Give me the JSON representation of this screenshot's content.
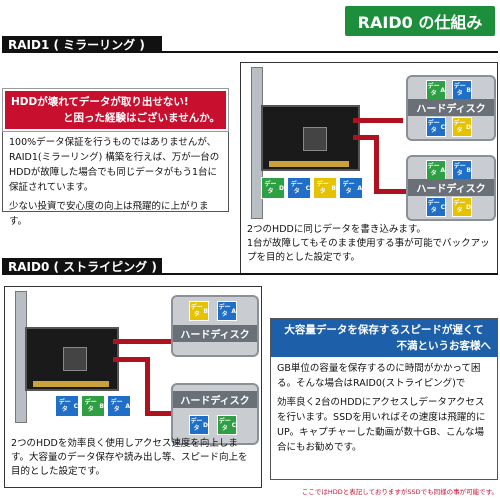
{
  "title": "RAID0 の仕組み",
  "raid1": {
    "section_label": "RAID1 ( ミラーリング )",
    "callout_head_line1": "HDDが壊れてデータが取り出せない!",
    "callout_head_line2": "と困った経験はございませんか。",
    "callout_body": "100%データ保証を行うものではありませんが、RAID1(ミラーリング) 構築を行えば、万が一台のHDDが故障した場合でも同じデータがもう1台に保証されています。",
    "callout_body2": "少ない投資で安心度の向上は飛躍的に上がります。",
    "hdd_label": "ハードディスク",
    "chip_text": "データ",
    "chip_letters_top": [
      "A",
      "B"
    ],
    "chip_letters_bottom": [
      "C",
      "D"
    ],
    "caption_line1": "2つのHDDに同じデータを書き込みます。",
    "caption_line2": "1台が故障してもそのまま使用する事が可能でバックアップを目的とした設定です。"
  },
  "raid0": {
    "section_label": "RAID0 ( ストライピング )",
    "callout_head_line1": "大容量データを保存するスピードが遅くて",
    "callout_head_line2": "不満というお客様へ",
    "callout_body": "GB単位の容量を保存するのに時間がかかって困る。そんな場合はRAID0(ストライピング)で",
    "callout_body2": "効率良く2台のHDDにアクセスしデータアクセスを行います。SSDを用いればその速度は飛躍的にUP。キャプチャーした動画が数十GB、こんな場合にもお勧めです。",
    "hdd_label": "ハードディスク",
    "chip_text": "データ",
    "disk1_letters": [
      "B",
      "A"
    ],
    "disk2_letters": [
      "D",
      "C"
    ],
    "card_letters": [
      "C",
      "B",
      "A"
    ],
    "caption": "2つのHDDを効率良く使用しアクセス速度を向上します。大容量のデータ保存や読み出し等、スピード向上を目的とした設定です。",
    "footnote": "ここではHDDと表記しておりますがSSDでも同様の事が可能です。"
  },
  "colors": {
    "accent_green": "#1c8e3c",
    "alert_red": "#c8102e",
    "info_blue": "#1d5fa8",
    "chip_green": "#2ea043",
    "chip_blue": "#1f6fc8",
    "chip_yellow": "#e6c200",
    "cable_red": "#b0111e"
  }
}
